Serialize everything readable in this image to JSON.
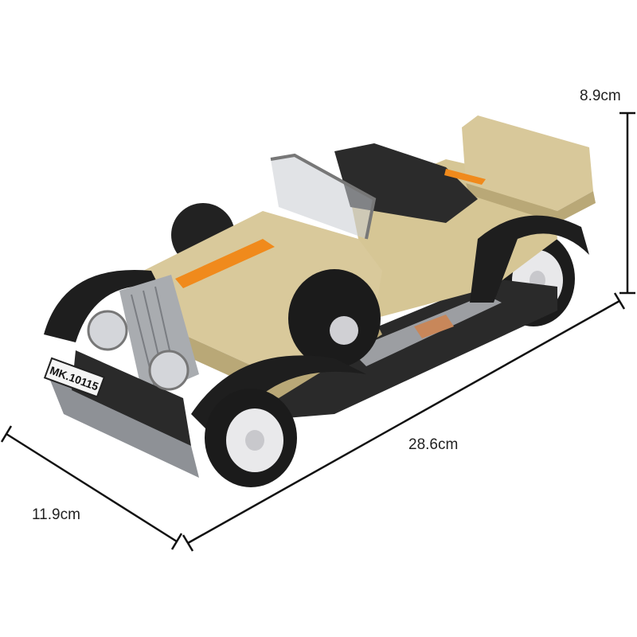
{
  "product": {
    "license_plate": "MK.10115",
    "dimensions": {
      "height": "8.9cm",
      "length": "28.6cm",
      "width": "11.9cm"
    }
  },
  "colors": {
    "body": "#d9c99b",
    "body_shadow": "#b9a877",
    "fender": "#1e1e1e",
    "chrome": "#a9acb0",
    "stripe": "#f08a1c",
    "dimension_line": "#111111"
  }
}
